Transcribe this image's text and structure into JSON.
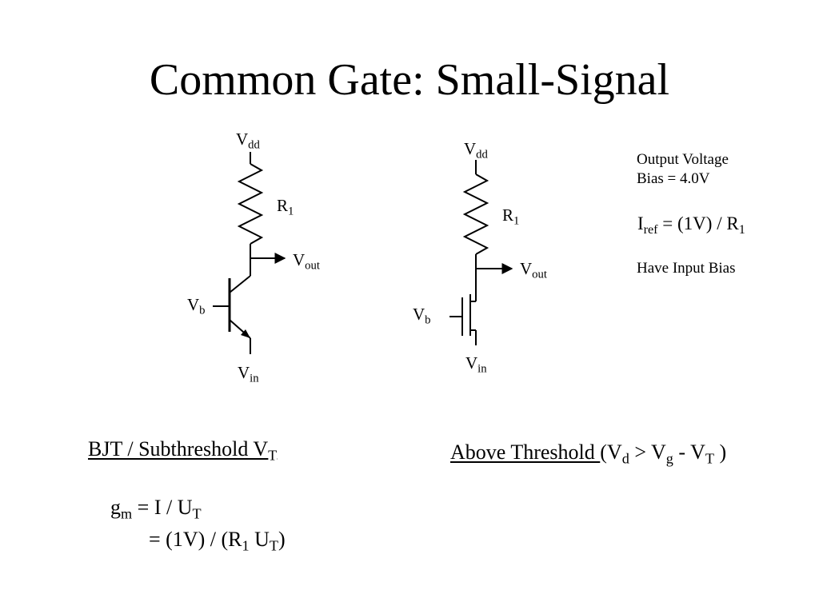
{
  "slide": {
    "title": "Common Gate: Small-Signal"
  },
  "bjt_circuit": {
    "vdd": {
      "main": "V",
      "sub": "dd"
    },
    "r1": {
      "main": "R",
      "sub": "1"
    },
    "vout": {
      "main": "V",
      "sub": "out"
    },
    "vb": {
      "main": "V",
      "sub": "b"
    },
    "vin": {
      "main": "V",
      "sub": "in"
    }
  },
  "mos_circuit": {
    "vdd": {
      "main": "V",
      "sub": "dd"
    },
    "r1": {
      "main": "R",
      "sub": "1"
    },
    "vout": {
      "main": "V",
      "sub": "out"
    },
    "vb": {
      "main": "V",
      "sub": "b"
    },
    "vin": {
      "main": "V",
      "sub": "in"
    }
  },
  "notes": {
    "line1": "Output Voltage",
    "line2": "Bias = 4.0V",
    "iref": {
      "i": "I",
      "ref": "ref",
      "rest": " = (1V) / R",
      "one": "1"
    },
    "input_bias": "Have Input Bias"
  },
  "bjt_section": {
    "heading": "BJT / Subthreshold V",
    "heading_sub": "T",
    "gm_line": {
      "g": "g",
      "m": "m",
      "rest": " = I / U",
      "t": "T"
    },
    "second_line": {
      "a": "= (1V) / (R",
      "one": "1",
      "b": " U",
      "t": "T",
      "c": ")"
    }
  },
  "above_section": {
    "heading": "Above Threshold ",
    "cond": {
      "open": "(V",
      "d": "d",
      "gt": " > V",
      "g": "g",
      "minus": " - V",
      "t": "T",
      "close": " )"
    }
  }
}
